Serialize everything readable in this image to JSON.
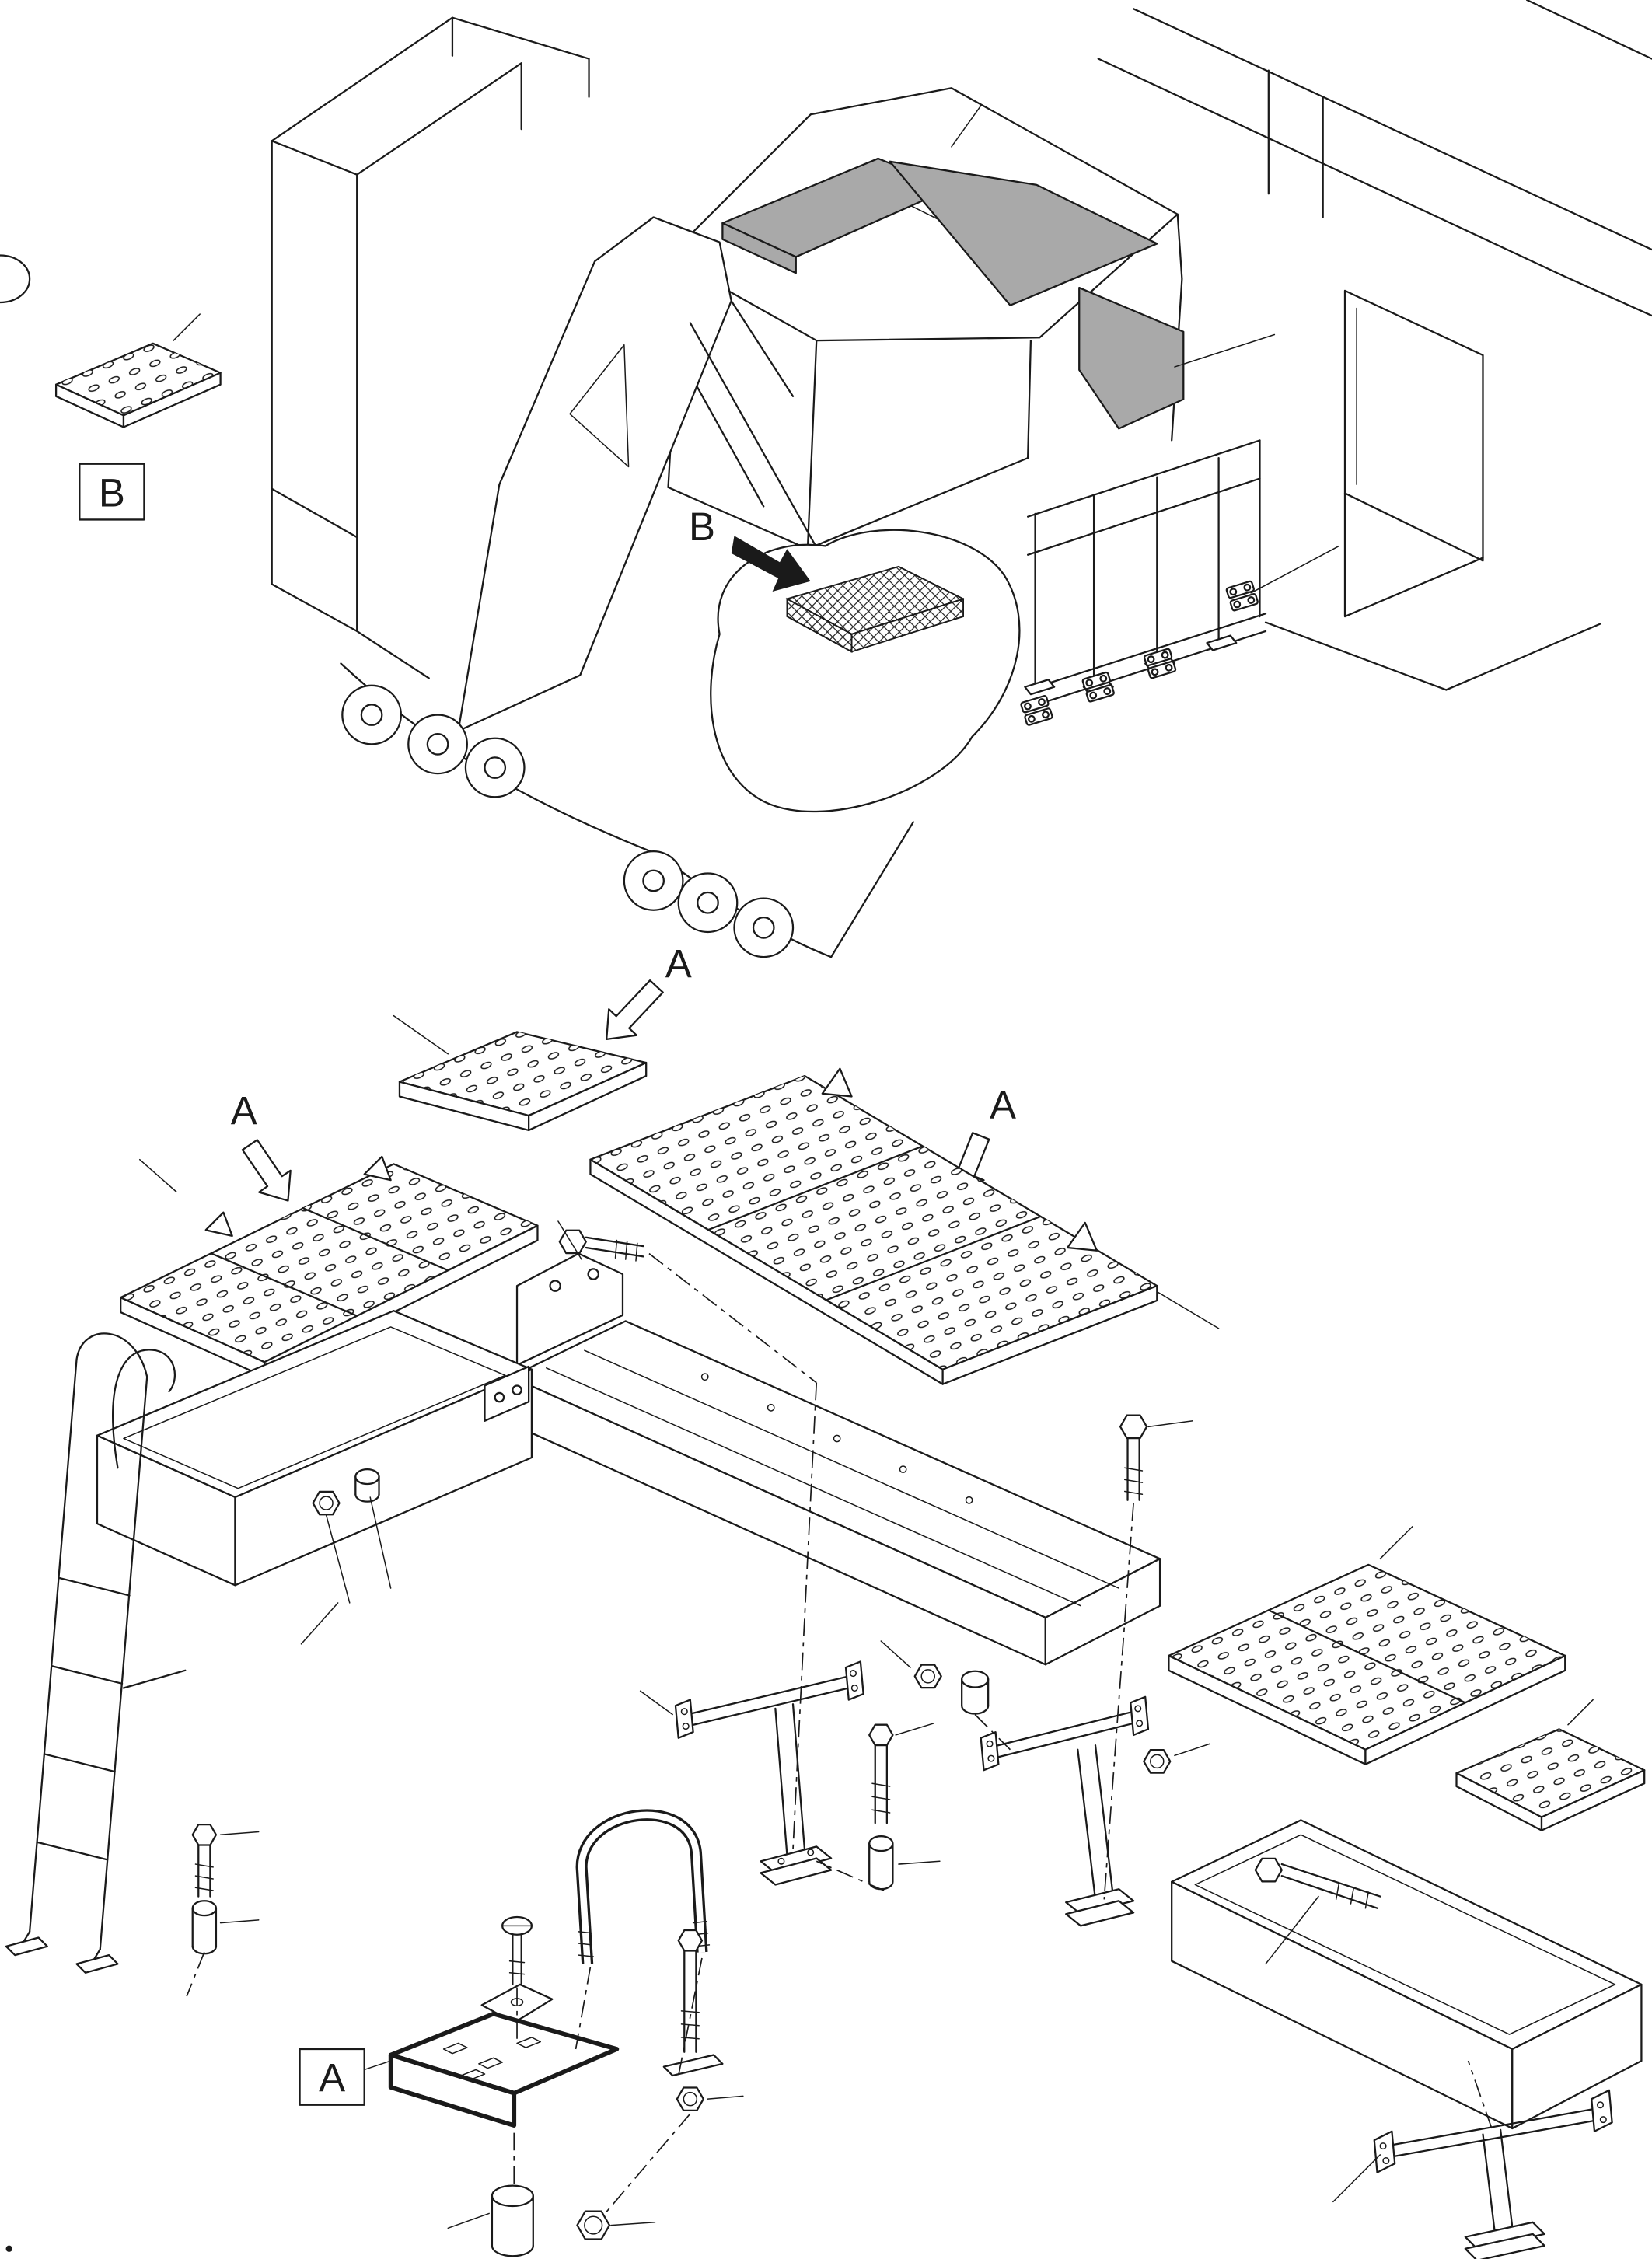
{
  "labels": {
    "callout_a": "A",
    "callout_b": "B",
    "boxed_a": "A",
    "boxed_b": "B"
  },
  "colors": {
    "line": "#1a1a1a",
    "shaded_part": "#a9a9a9",
    "background": "#ffffff"
  }
}
